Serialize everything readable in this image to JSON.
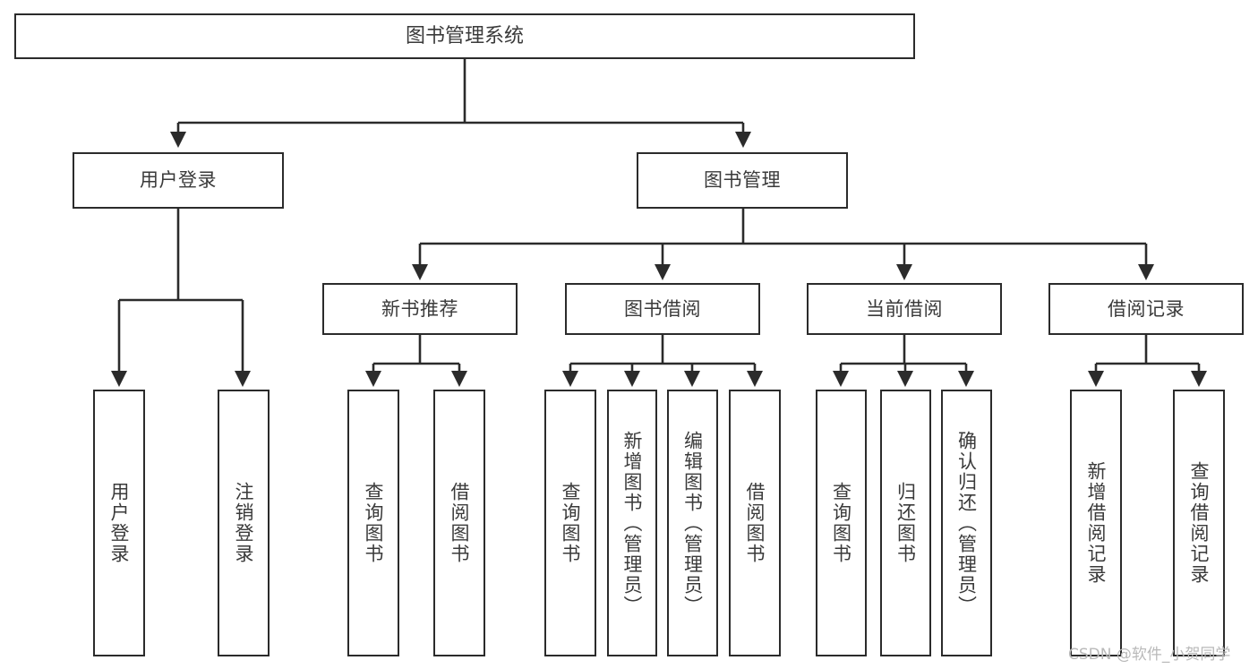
{
  "diagram": {
    "type": "tree-hierarchy",
    "title": "图书管理系统",
    "root": {
      "id": "root",
      "label": "图书管理系统"
    },
    "level2": [
      {
        "id": "user-login",
        "label": "用户登录"
      },
      {
        "id": "book-manage",
        "label": "图书管理"
      }
    ],
    "level3": [
      {
        "id": "new-book-rec",
        "label": "新书推荐",
        "parent": "book-manage"
      },
      {
        "id": "book-borrow",
        "label": "图书借阅",
        "parent": "book-manage"
      },
      {
        "id": "current-borrow",
        "label": "当前借阅",
        "parent": "book-manage"
      },
      {
        "id": "borrow-record",
        "label": "借阅记录",
        "parent": "book-manage"
      }
    ],
    "leaves": [
      {
        "id": "leaf-user-login",
        "label": "用户登录",
        "parent": "user-login"
      },
      {
        "id": "leaf-user-logout",
        "label": "注销登录",
        "parent": "user-login"
      },
      {
        "id": "leaf-query-book-1",
        "label": "查询图书",
        "parent": "new-book-rec"
      },
      {
        "id": "leaf-borrow-book-1",
        "label": "借阅图书",
        "parent": "new-book-rec"
      },
      {
        "id": "leaf-query-book-2",
        "label": "查询图书",
        "parent": "book-borrow"
      },
      {
        "id": "leaf-add-book",
        "label": "新增图书（管理员）",
        "parent": "book-borrow"
      },
      {
        "id": "leaf-edit-book",
        "label": "编辑图书（管理员）",
        "parent": "book-borrow"
      },
      {
        "id": "leaf-borrow-book-2",
        "label": "借阅图书",
        "parent": "book-borrow"
      },
      {
        "id": "leaf-query-book-3",
        "label": "查询图书",
        "parent": "current-borrow"
      },
      {
        "id": "leaf-return-book",
        "label": "归还图书",
        "parent": "current-borrow"
      },
      {
        "id": "leaf-confirm-return",
        "label": "确认归还（管理员）",
        "parent": "current-borrow"
      },
      {
        "id": "leaf-add-record",
        "label": "新增借阅记录",
        "parent": "borrow-record"
      },
      {
        "id": "leaf-query-record",
        "label": "查询借阅记录",
        "parent": "borrow-record"
      }
    ]
  },
  "watermark": {
    "text": "CSDN @软件_小贺同学"
  },
  "colors": {
    "stroke": "#2b2b2b",
    "text": "#3a3a3a",
    "background": "#ffffff",
    "watermark": "#b9b9b9"
  }
}
